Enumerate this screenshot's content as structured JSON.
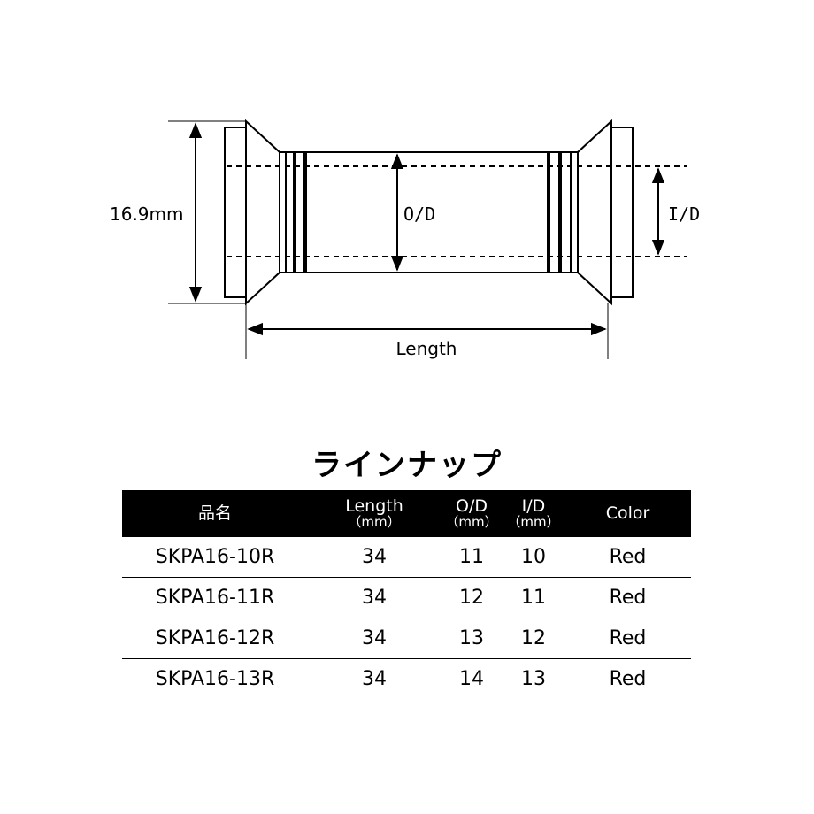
{
  "diagram": {
    "dim_height": "16.9mm",
    "dim_od": "O/D",
    "dim_id": "I/D",
    "dim_length": "Length"
  },
  "lineup": {
    "title": "ラインナップ",
    "headers": {
      "name": "品名",
      "length": "Length",
      "length_unit": "（mm）",
      "od": "O/D",
      "od_unit": "（mm）",
      "id": "I/D",
      "id_unit": "（mm）",
      "color": "Color"
    },
    "rows": [
      {
        "name": "SKPA16-10R",
        "length": "34",
        "od": "11",
        "id": "10",
        "color": "Red"
      },
      {
        "name": "SKPA16-11R",
        "length": "34",
        "od": "12",
        "id": "11",
        "color": "Red"
      },
      {
        "name": "SKPA16-12R",
        "length": "34",
        "od": "13",
        "id": "12",
        "color": "Red"
      },
      {
        "name": "SKPA16-13R",
        "length": "34",
        "od": "14",
        "id": "13",
        "color": "Red"
      }
    ]
  }
}
